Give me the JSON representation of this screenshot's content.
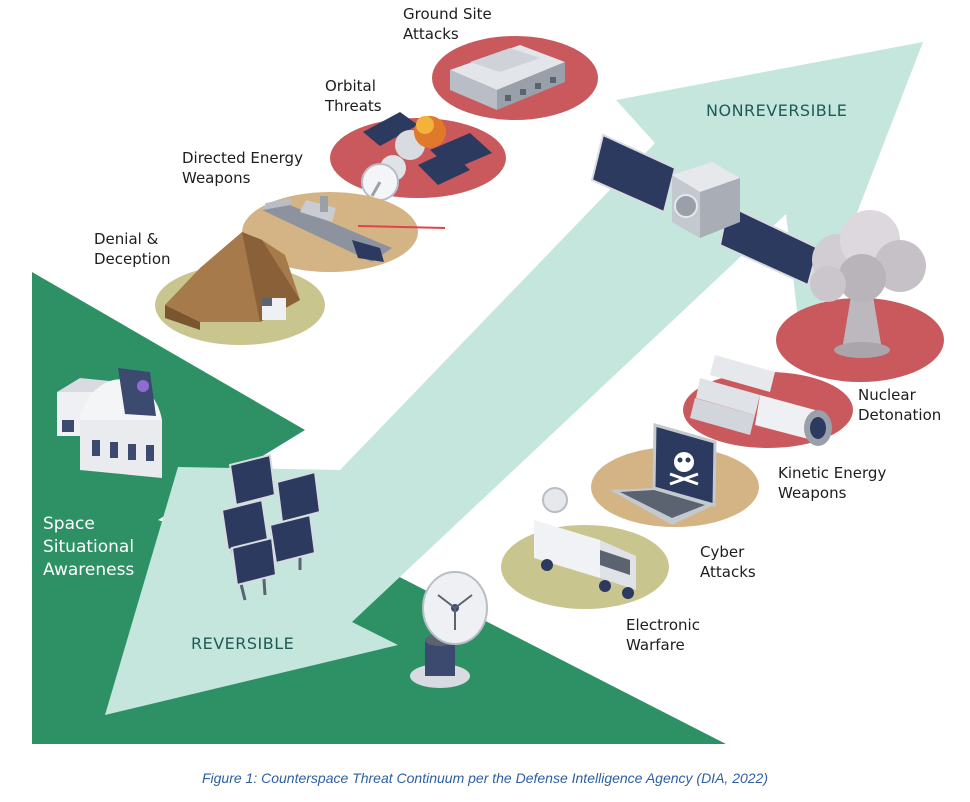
{
  "labels": {
    "ground_site_1": "Ground Site",
    "ground_site_2": "Attacks",
    "orbital_1": "Orbital",
    "orbital_2": "Threats",
    "directed_1": "Directed Energy",
    "directed_2": "Weapons",
    "denial_1": "Denial &",
    "denial_2": "Deception",
    "nonreversible": "NONREVERSIBLE",
    "reversible": "REVERSIBLE",
    "ssa_1": "Space",
    "ssa_2": "Situational",
    "ssa_3": "Awareness",
    "nuclear_1": "Nuclear",
    "nuclear_2": "Detonation",
    "kinetic_1": "Kinetic Energy",
    "kinetic_2": "Weapons",
    "cyber_1": "Cyber",
    "cyber_2": "Attacks",
    "ew_1": "Electronic",
    "ew_2": "Warfare"
  },
  "caption": "Figure 1: Counterspace Threat Continuum per the Defense Intelligence Agency (DIA, 2022)",
  "colors": {
    "green": "#2e9166",
    "arrow": "#c4e6dc",
    "ellipse_red": "#c9595c",
    "ellipse_tan": "#d4b384",
    "ellipse_olive": "#c9c58f",
    "caption": "#2d5fa3"
  }
}
